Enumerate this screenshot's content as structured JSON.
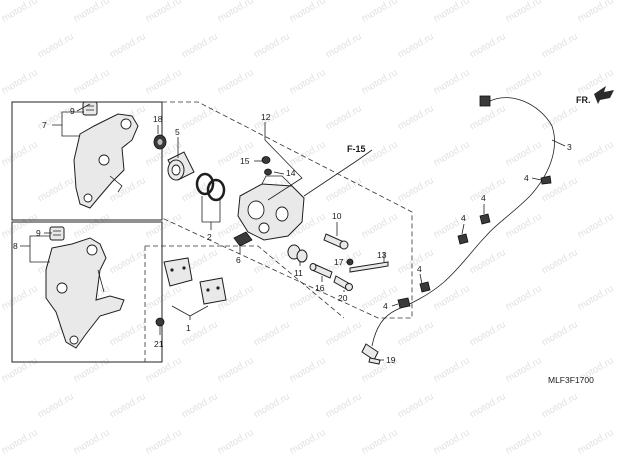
{
  "watermark": "motod.ru",
  "direction_label": "FR.",
  "section_ref": "F-15",
  "diagram_code": "MLF3F1700",
  "callouts": {
    "c1": "1",
    "c2": "2",
    "c3": "3",
    "c4a": "4",
    "c4b": "4",
    "c4c": "4",
    "c4d": "4",
    "c4e": "4",
    "c5": "5",
    "c6": "6",
    "c7": "7",
    "c8": "8",
    "c9a": "9",
    "c9b": "9",
    "c10": "10",
    "c11": "11",
    "c12": "12",
    "c13": "13",
    "c14": "14",
    "c15": "15",
    "c16": "16",
    "c17": "17",
    "c18": "18",
    "c19": "19",
    "c20": "20",
    "c21": "21"
  },
  "colors": {
    "line": "#1e1e1e",
    "part_fill": "#e9e9e9",
    "watermark": "#e2e2e2"
  }
}
